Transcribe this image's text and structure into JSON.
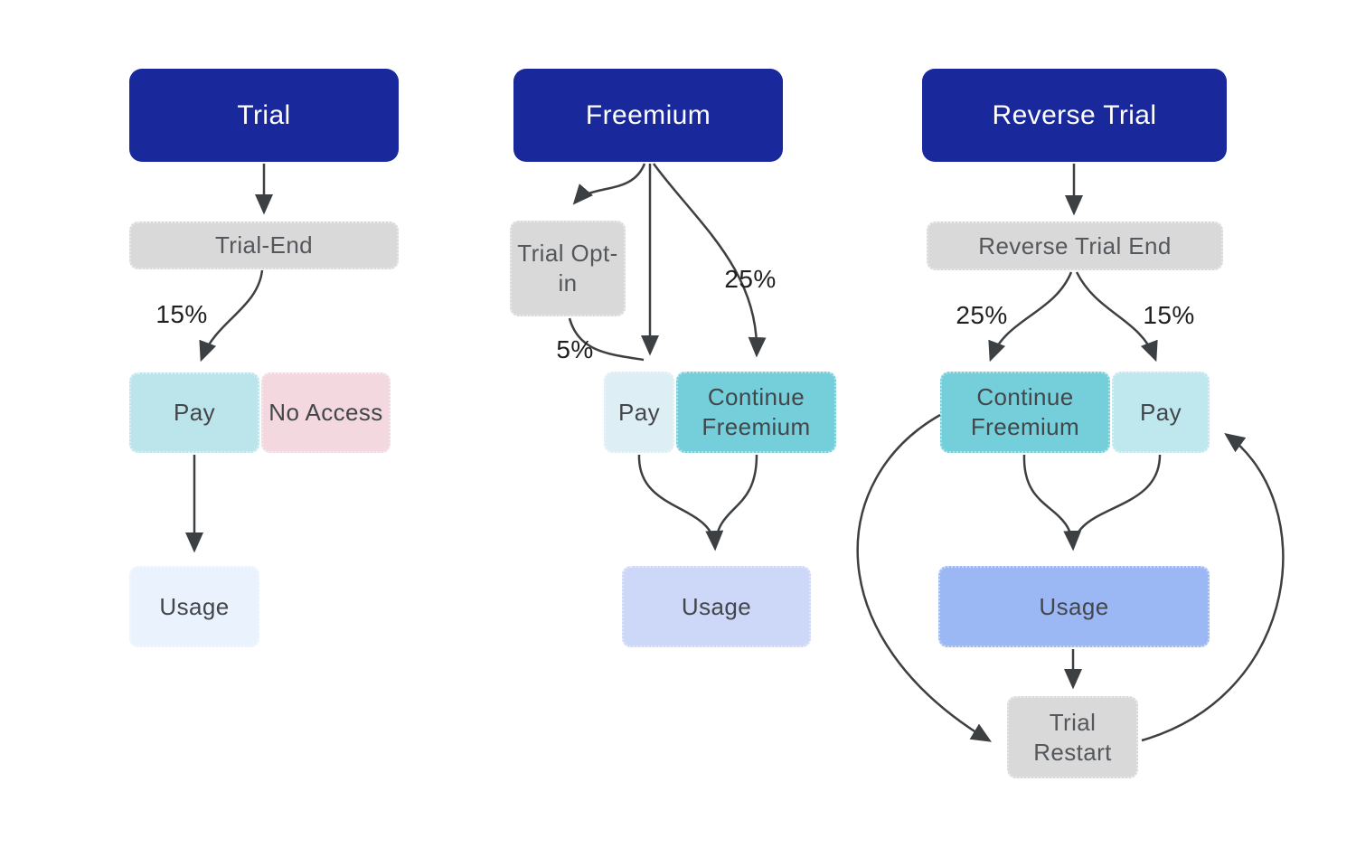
{
  "colors": {
    "background": "#ffffff",
    "header_fill": "#19289b",
    "header_text": "#ffffff",
    "neutral_gray_fill": "#d9d9d9",
    "teal_fill": "#74cfda",
    "light_teal_fill": "#bce5eb",
    "pale_cyan_fill": "#ddeff4",
    "pink_fill": "#f3d8e0",
    "pale_blue_fill": "#eaf3fd",
    "lavender_fill": "#cdd7f8",
    "periwinkle_fill": "#9cb8f4",
    "arrow_stroke": "#3d4043"
  },
  "flows": [
    {
      "header": "Trial",
      "nodes": {
        "trial_end": "Trial-End",
        "pay": "Pay",
        "no_access": "No Access",
        "usage": "Usage"
      },
      "labels": {
        "pay_rate": "15%"
      }
    },
    {
      "header": "Freemium",
      "nodes": {
        "trial_opt_in": "Trial Opt-in",
        "pay": "Pay",
        "continue_freemium": "Continue Freemium",
        "usage": "Usage"
      },
      "labels": {
        "continue_rate": "25%",
        "opt_in_pay_rate": "5%"
      }
    },
    {
      "header": "Reverse Trial",
      "nodes": {
        "reverse_trial_end": "Reverse Trial End",
        "continue_freemium": "Continue Freemium",
        "pay": "Pay",
        "usage": "Usage",
        "trial_restart": "Trial Restart"
      },
      "labels": {
        "continue_rate": "25%",
        "pay_rate": "15%"
      }
    }
  ]
}
